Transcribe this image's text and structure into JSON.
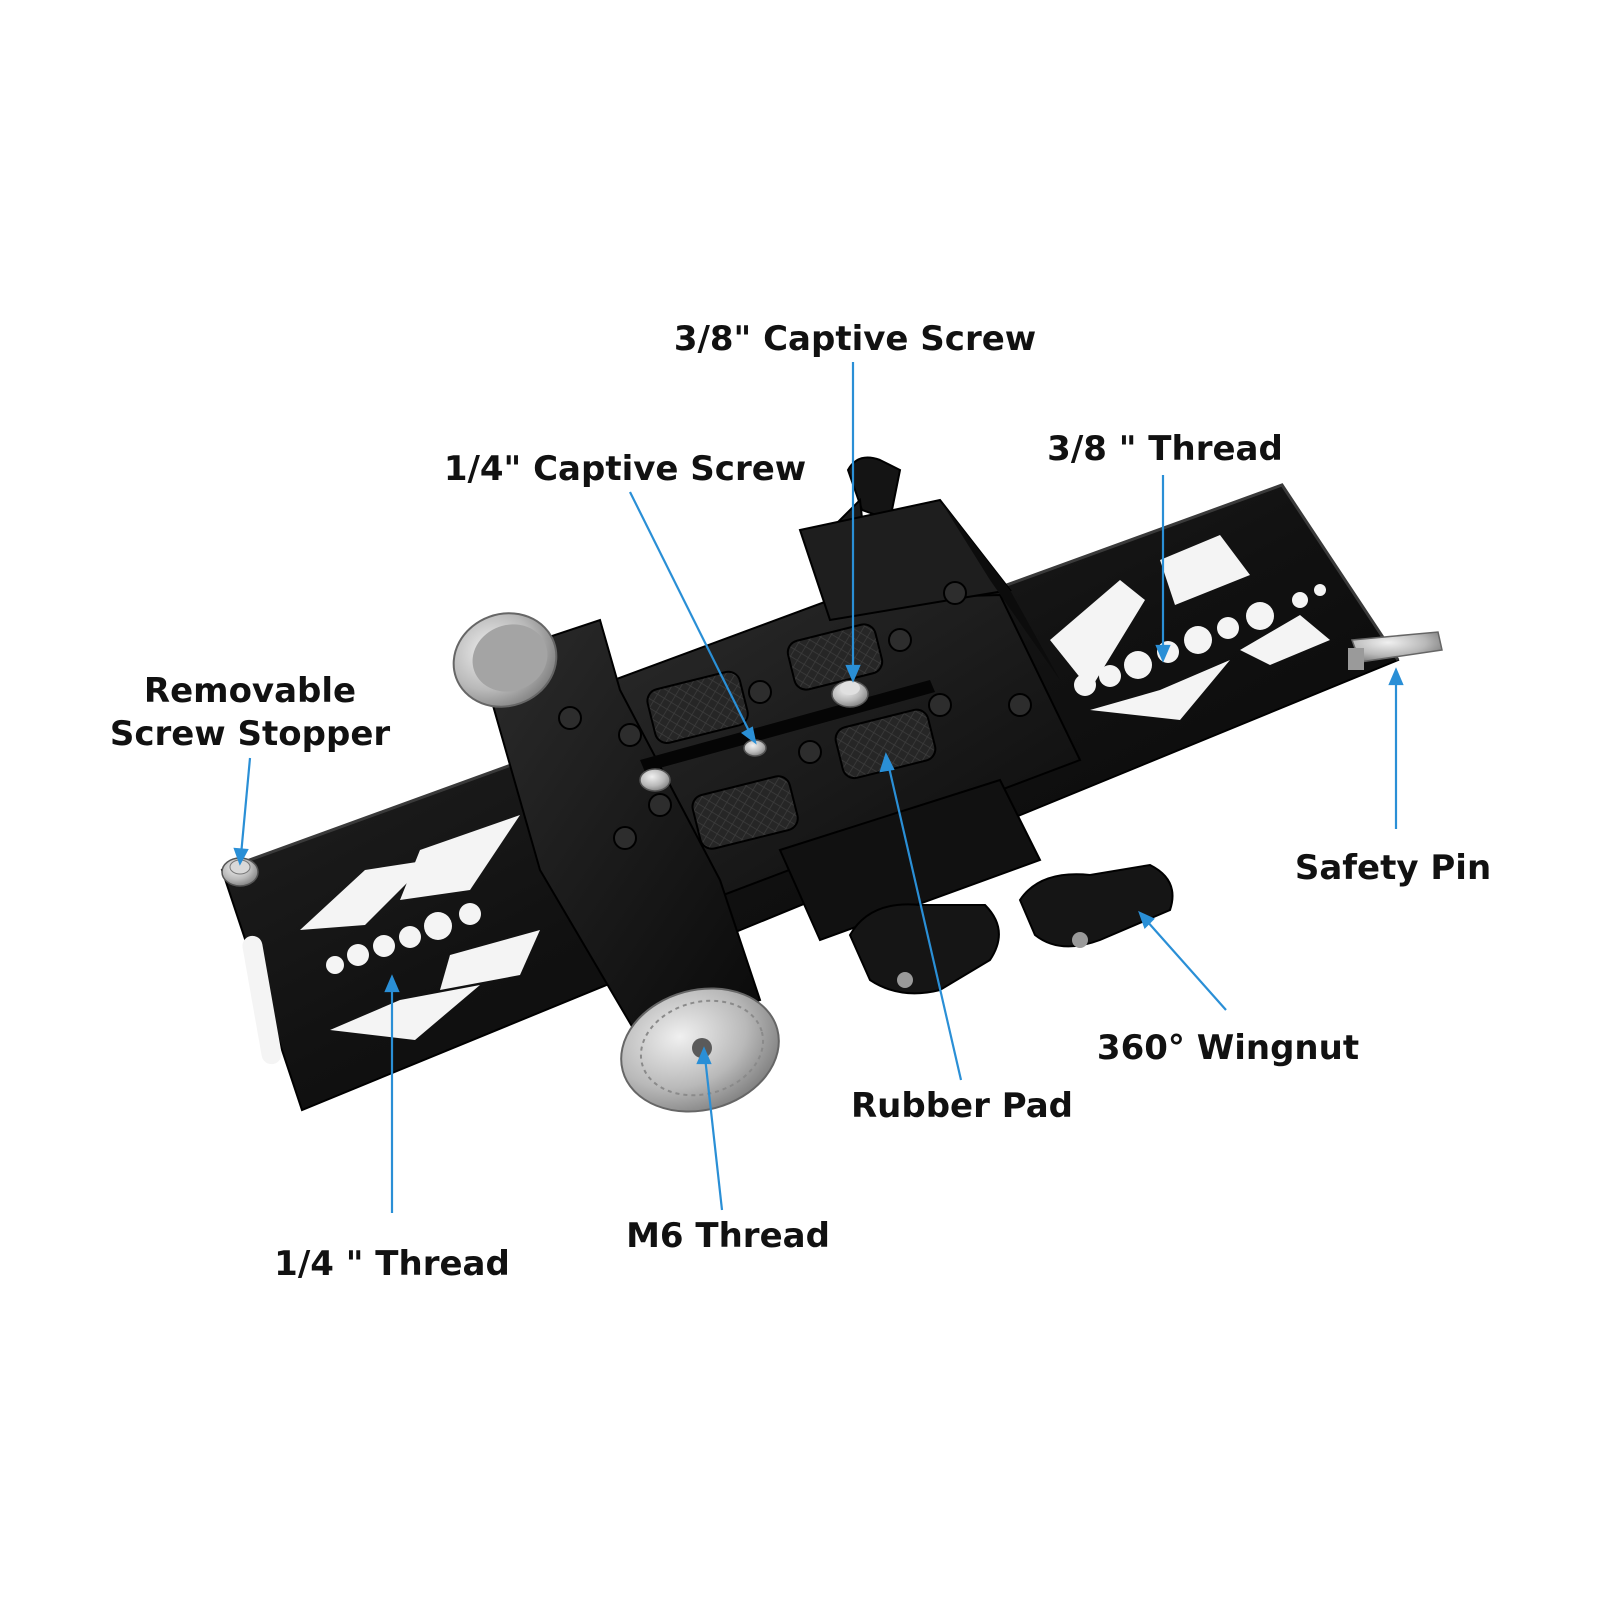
{
  "colors": {
    "leader_line": "#2a8fd6",
    "plate": "#111111",
    "metal": "#b9b9b9",
    "label_text": "#111111"
  },
  "labels": {
    "captive_38": "3/8\" Captive Screw",
    "captive_14": "1/4\" Captive Screw",
    "thread_38": "3/8 \" Thread",
    "removable_line1": "Removable",
    "removable_line2": "Screw Stopper",
    "safety_pin": "Safety Pin",
    "wingnut": "360° Wingnut",
    "rubber_pad": "Rubber Pad",
    "m6_thread": "M6 Thread",
    "thread_14": "1/4 \" Thread"
  }
}
